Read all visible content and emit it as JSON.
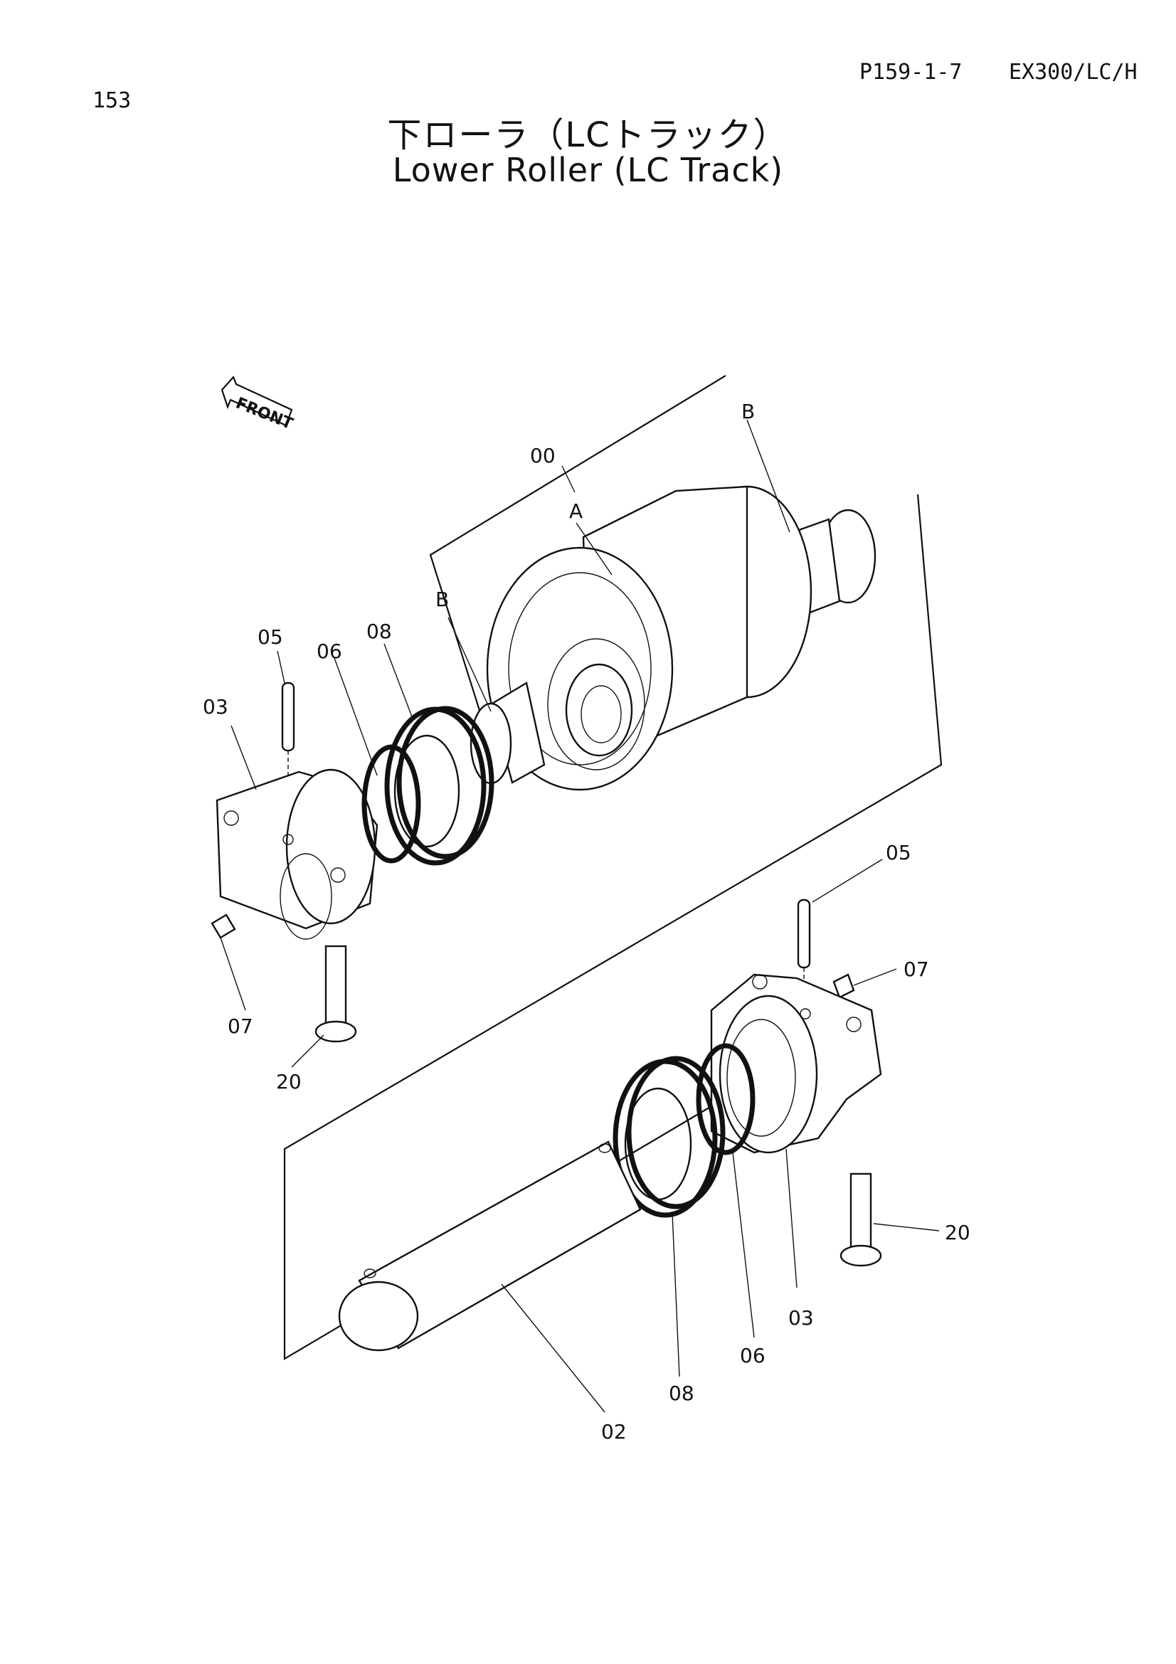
{
  "header": {
    "page_number": "153",
    "part_code": "P159-1-7",
    "model_code": "EX300/LC/H"
  },
  "title": {
    "japanese": "下ローラ（LCトラック）",
    "english": "Lower Roller (LC Track)"
  },
  "front_marker": "FRONT",
  "callouts": {
    "c00": "00",
    "cA": "A",
    "cB_top": "B",
    "cB_left": "B",
    "c05_left": "05",
    "c06_left": "06",
    "c08_left": "08",
    "c03_left": "03",
    "c07_left": "07",
    "c20_left": "20",
    "c05_right": "05",
    "c07_right": "07",
    "c20_right": "20",
    "c03_right": "03",
    "c06_right": "06",
    "c08_right": "08",
    "c02": "02"
  }
}
